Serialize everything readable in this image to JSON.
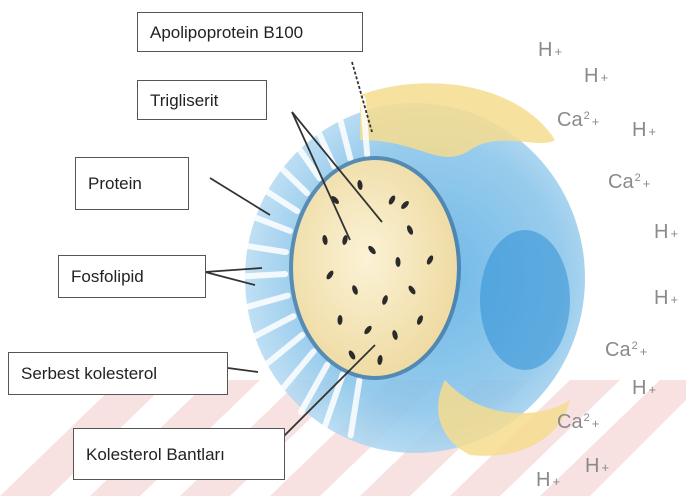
{
  "labels": {
    "apolipoprotein": "Apolipoprotein B100",
    "trigliserit": "Trigliserit",
    "protein": "Protein",
    "fosfolipid": "Fosfolipid",
    "serbest_kolesterol": "Serbest kolesterol",
    "kolesterol_bantlari": "Kolesterol Bantları"
  },
  "ions": [
    {
      "symbol": "H",
      "charge": "",
      "sign": "+"
    },
    {
      "symbol": "H",
      "charge": "",
      "sign": "+"
    },
    {
      "symbol": "Ca",
      "charge": "2",
      "sign": "+"
    },
    {
      "symbol": "H",
      "charge": "",
      "sign": "+"
    },
    {
      "symbol": "Ca",
      "charge": "2",
      "sign": "+"
    },
    {
      "symbol": "H",
      "charge": "",
      "sign": "+"
    },
    {
      "symbol": "H",
      "charge": "",
      "sign": "+"
    },
    {
      "symbol": "Ca",
      "charge": "2",
      "sign": "+"
    },
    {
      "symbol": "H",
      "charge": "",
      "sign": "+"
    },
    {
      "symbol": "Ca",
      "charge": "2",
      "sign": "+"
    },
    {
      "symbol": "H",
      "charge": "",
      "sign": "+"
    },
    {
      "symbol": "H",
      "charge": "",
      "sign": "+"
    }
  ],
  "colors": {
    "shell_blue": "#8cc6ea",
    "deep_blue": "#2f8fd6",
    "yellow_lipid": "#f6dc8e",
    "core_cream": "#f7ecc2",
    "watermark": "#f6d2d2",
    "ion_gray": "#8a8a8a"
  }
}
